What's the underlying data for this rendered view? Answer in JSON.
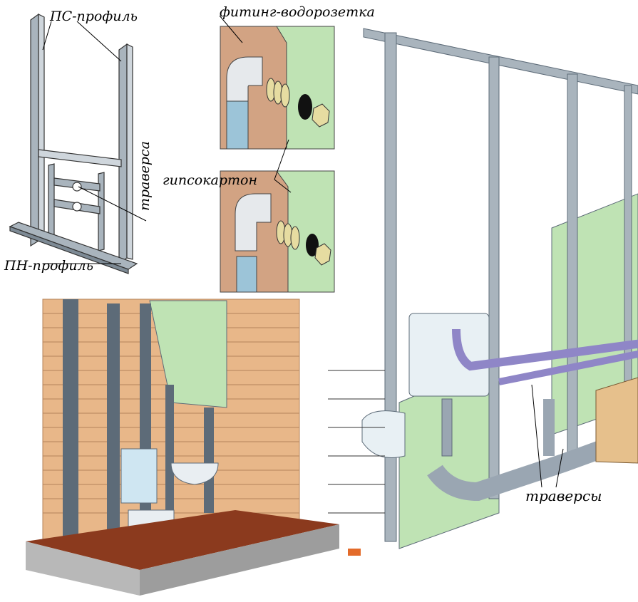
{
  "labels": {
    "ps_profile": "ПС-профиль",
    "fitting": "фитинг-водорозетка",
    "traversa": "траверса",
    "gypsum": "гипсокартон",
    "pn_profile": "ПН-профиль",
    "traversy": "траверсы"
  },
  "colors": {
    "frame": "#a9b4bd",
    "frame_dark": "#5d6b78",
    "drywall": "#bfe3b4",
    "brick": "#e8b789",
    "brick_line": "#b4835a",
    "floor": "#8b3a1e",
    "pipe": "#9aa6b2",
    "purple_pipe": "#8f86c7",
    "wood": "#e6c08c",
    "fitting_brass": "#e6dca1"
  },
  "icons": [
    "elbow-fitting-icon",
    "hex-nut-icon",
    "toilet-icon",
    "sink-icon",
    "cistern-icon"
  ]
}
